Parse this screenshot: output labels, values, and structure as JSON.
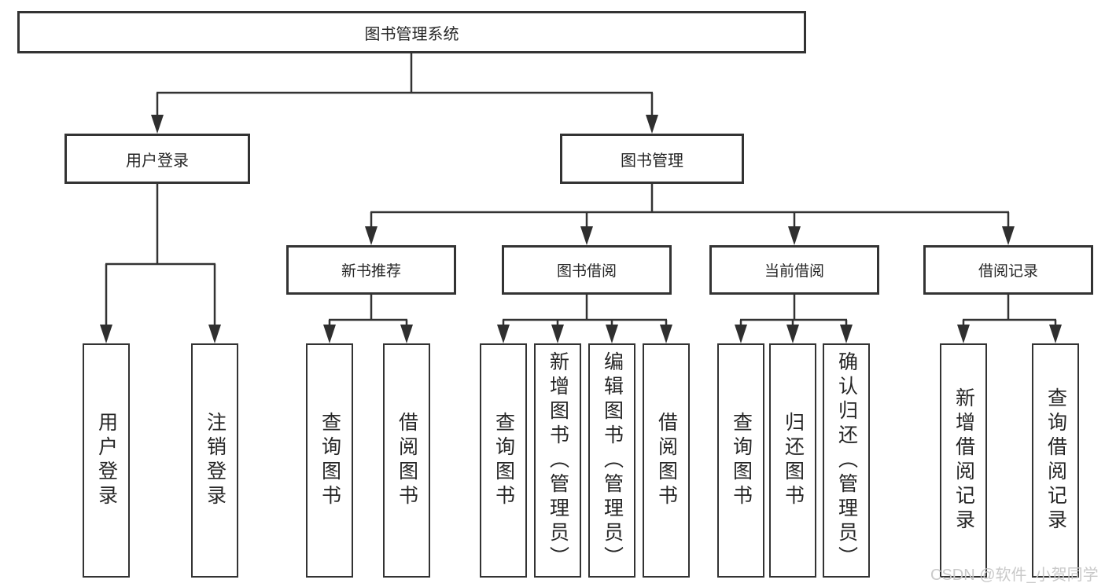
{
  "diagram": {
    "type": "hierarchy-tree",
    "root": {
      "label": "图书管理系统"
    },
    "level2": [
      {
        "label": "用户登录"
      },
      {
        "label": "图书管理"
      }
    ],
    "level3": [
      {
        "label": "新书推荐",
        "parent": "图书管理"
      },
      {
        "label": "图书借阅",
        "parent": "图书管理"
      },
      {
        "label": "当前借阅",
        "parent": "图书管理"
      },
      {
        "label": "借阅记录",
        "parent": "图书管理"
      }
    ],
    "leaves": [
      {
        "label": "用户登录",
        "parent": "用户登录"
      },
      {
        "label": "注销登录",
        "parent": "用户登录"
      },
      {
        "label": "查询图书",
        "parent": "新书推荐"
      },
      {
        "label": "借阅图书",
        "parent": "新书推荐"
      },
      {
        "label": "查询图书",
        "parent": "图书借阅"
      },
      {
        "label": "新增图书（管理员）",
        "parent": "图书借阅"
      },
      {
        "label": "编辑图书（管理员）",
        "parent": "图书借阅"
      },
      {
        "label": "借阅图书",
        "parent": "图书借阅"
      },
      {
        "label": "查询图书",
        "parent": "当前借阅"
      },
      {
        "label": "归还图书",
        "parent": "当前借阅"
      },
      {
        "label": "确认归还（管理员）",
        "parent": "当前借阅"
      },
      {
        "label": "新增借阅记录",
        "parent": "借阅记录"
      },
      {
        "label": "查询借阅记录",
        "parent": "借阅记录"
      }
    ],
    "watermark": "CSDN @软件_小贺同学",
    "colors": {
      "line": "#333333",
      "box_border": "#333333",
      "box_fill": "#ffffff",
      "text": "#262626",
      "watermark": "#c9c9c9",
      "background": "#ffffff"
    }
  }
}
